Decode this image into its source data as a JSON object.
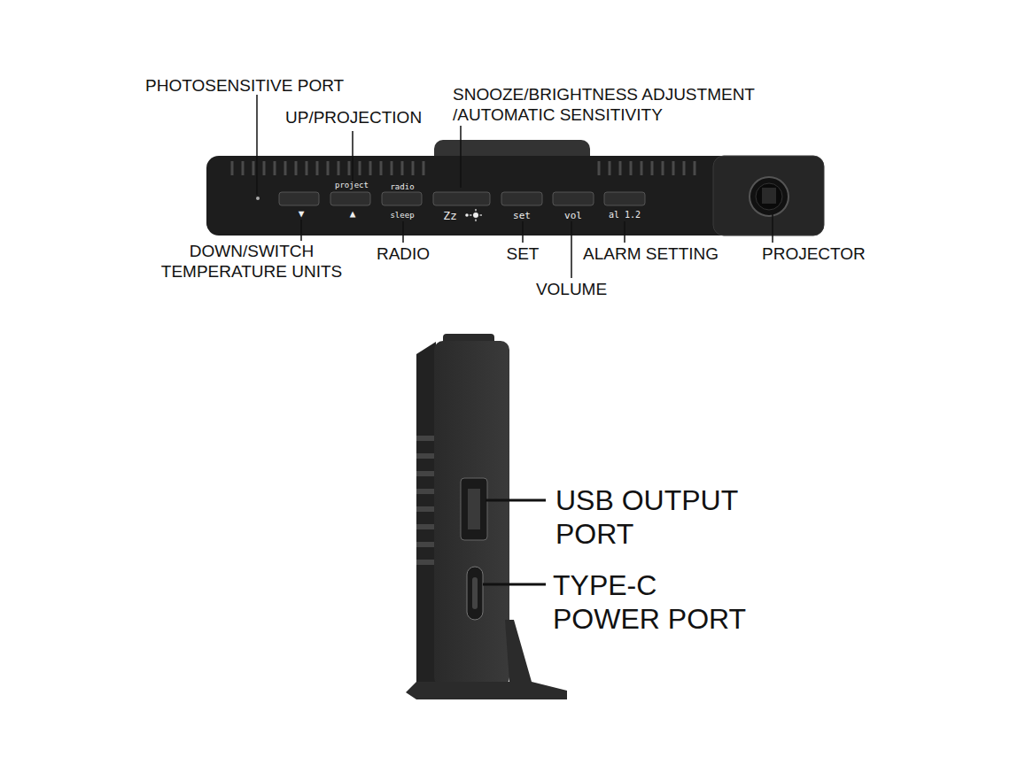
{
  "diagram": {
    "labels": [
      "PHOTOSENSITIVE PORT",
      "UP/PROJECTION",
      "SNOOZE/BRIGHTNESS ADJUSTMENT /AUTOMATIC SENSITIVITY",
      "DOWN/SWITCH TEMPERATURE UNITS",
      "RADIO",
      "SET",
      "VOLUME",
      "ALARM SETTING",
      "PROJECTOR",
      "USB OUTPUT PORT",
      "TYPE-C POWER PORT",
      "project",
      "radio",
      "sleep",
      "Zz",
      "set",
      "vol",
      "al 1.2",
      "▼",
      "▲"
    ]
  }
}
